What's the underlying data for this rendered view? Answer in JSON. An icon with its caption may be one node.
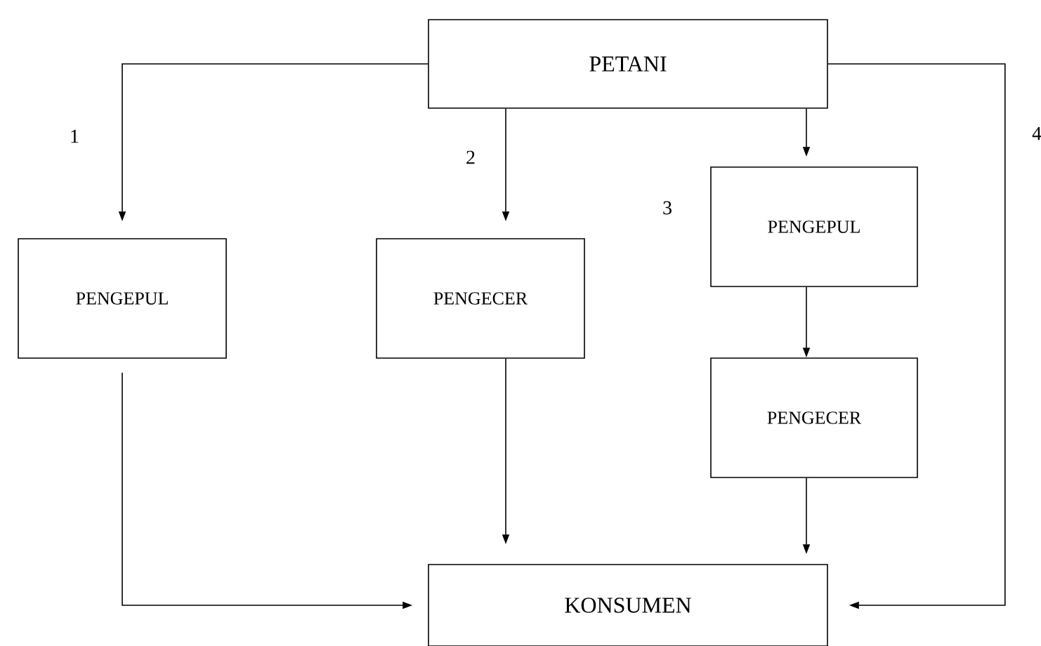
{
  "diagram": {
    "nodes": [
      {
        "text": [
          "PETANI"
        ]
      },
      {
        "text": [
          "PENGEPUL"
        ]
      },
      {
        "text": [
          "PENGECER"
        ]
      },
      {
        "text": [
          "PENGEPUL"
        ]
      },
      {
        "text": [
          "PENGECER"
        ]
      },
      {
        "text": [
          "KONSUMEN"
        ]
      }
    ],
    "edges": [
      {
        "from": 0,
        "to": 1,
        "arrow": "to"
      },
      {
        "from": 0,
        "to": 2,
        "arrow": "to"
      },
      {
        "from": 0,
        "to": 3,
        "arrow": "to"
      },
      {
        "from": 3,
        "to": 4,
        "arrow": "to"
      },
      {
        "from": 1,
        "to": 5,
        "arrow": "to"
      },
      {
        "from": 2,
        "to": 5,
        "arrow": "to"
      },
      {
        "from": 4,
        "to": 5,
        "arrow": "to"
      },
      {
        "from": 0,
        "to": 5,
        "arrow": "to"
      }
    ],
    "labels": [
      "1",
      "2",
      "3",
      "4"
    ]
  }
}
